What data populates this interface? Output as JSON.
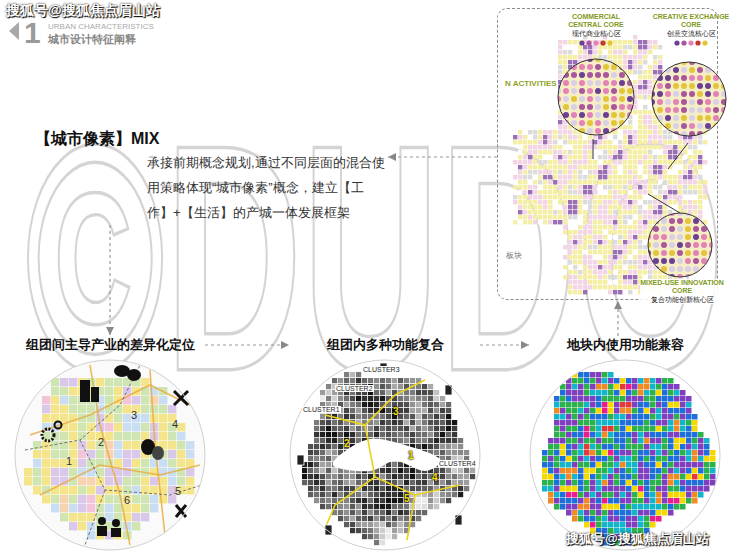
{
  "diagram": {
    "nodes": [
      {
        "text": [
          "【城市像素】MIX",
          "承接前期概念规划,通过不同层面的混合使用策略体现“城市像素”概念，建立【工作】+【生活】的产城一体发展框架"
        ]
      },
      {
        "text": [
          "组团间主导产业的差异化定位"
        ]
      },
      {
        "text": [
          "组团内多种功能复合"
        ]
      },
      {
        "text": [
          "地块内使用功能兼容"
        ]
      },
      {
        "text": [
          "N ACTIVITIES"
        ]
      },
      {
        "text": [
          "COMMERCIAL CENTRAL CORE",
          "现代商业核心区"
        ],
        "in": 4
      },
      {
        "text": [
          "CREATIVE EXCHANGE CORE",
          "创意交流核心区"
        ],
        "in": 4
      },
      {
        "text": [
          "MIXED-USE INNOVATION CORE",
          "复合功能创新核心区"
        ],
        "in": 4
      }
    ],
    "edges": [
      {
        "from": 4,
        "to": 0,
        "arrow": "to"
      },
      {
        "from": 0,
        "to": 1,
        "arrow": "to"
      },
      {
        "from": 1,
        "to": 2,
        "arrow": "to"
      },
      {
        "from": 2,
        "to": 3,
        "arrow": "to"
      },
      {
        "from": 3,
        "to": 4,
        "arrow": "to"
      }
    ],
    "labels": [
      "搜狐号@搜狐焦点眉山站",
      "1",
      "URBAN CHARACTERISTICS",
      "城市设计特征阐释",
      "©DUDO",
      "板块",
      "1",
      "2",
      "3",
      "4",
      "5",
      "6",
      "CLUSTER1",
      "CLUSTER2",
      "CLUSTER3",
      "CLUSTER4",
      "1",
      "2",
      "3",
      "4",
      "5",
      "搜狐号@搜狐焦点眉山站"
    ]
  }
}
